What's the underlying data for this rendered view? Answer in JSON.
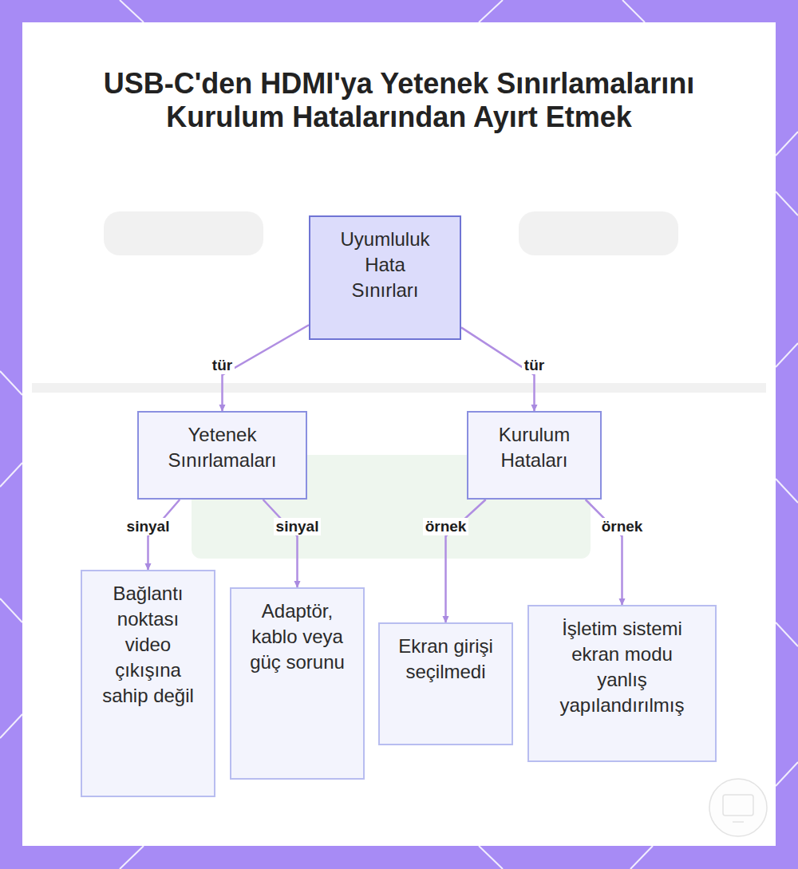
{
  "diagram": {
    "title": "USB-C'den HDMI'ya Yetenek Sınırlamalarını Kurulum Hatalarından Ayırt Etmek",
    "nodes": [
      {
        "text": [
          "Uyumluluk Hata Sınırları"
        ]
      },
      {
        "text": [
          "Yetenek Sınırlamaları"
        ]
      },
      {
        "text": [
          "Kurulum Hataları"
        ]
      },
      {
        "text": [
          "Bağlantı noktası video çıkışına sahip değil"
        ]
      },
      {
        "text": [
          "Adaptör, kablo veya güç sorunu"
        ]
      },
      {
        "text": [
          "Ekran girişi seçilmedi"
        ]
      },
      {
        "text": [
          "İşletim sistemi ekran modu yanlış yapılandırılmış"
        ]
      }
    ],
    "edges": [
      {
        "from": 0,
        "to": 1,
        "label": "tür",
        "arrow": "to"
      },
      {
        "from": 0,
        "to": 2,
        "label": "tür",
        "arrow": "to"
      },
      {
        "from": 1,
        "to": 3,
        "label": "sinyal",
        "arrow": "to"
      },
      {
        "from": 1,
        "to": 4,
        "label": "sinyal",
        "arrow": "to"
      },
      {
        "from": 2,
        "to": 5,
        "label": "örnek",
        "arrow": "to"
      },
      {
        "from": 2,
        "to": 6,
        "label": "örnek",
        "arrow": "to"
      }
    ]
  }
}
